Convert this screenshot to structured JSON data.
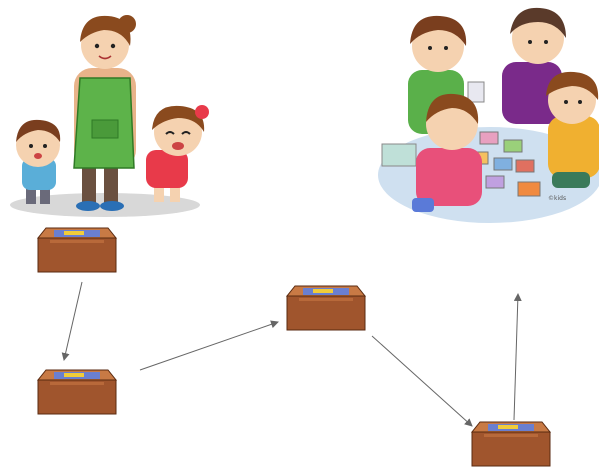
{
  "scene": {
    "illustration_left": {
      "figures": [
        "caregiver-with-apron",
        "boy-blue-shirt",
        "girl-red-shirt"
      ]
    },
    "illustration_right": {
      "figures": [
        "girl-green-shirt",
        "girl-pink-shirt",
        "boy-purple-shirt",
        "child-yellow-shirt"
      ],
      "activity": "card-game"
    },
    "watermark_text": "©kids"
  },
  "boxes": [
    {
      "id": "box-1",
      "color": "#a0552d"
    },
    {
      "id": "box-2",
      "color": "#a0552d"
    },
    {
      "id": "box-3",
      "color": "#a0552d"
    },
    {
      "id": "box-4",
      "color": "#a0552d"
    }
  ],
  "arrow_sequence": [
    "box-1",
    "box-2",
    "box-3",
    "box-4",
    "illustration_right"
  ],
  "colors": {
    "box_front": "#a0552d",
    "box_top": "#c87a45",
    "box_side": "#7a3e1e",
    "arrow": "#666666",
    "apron": "#5db34a",
    "mat": "#cfe0f0"
  }
}
